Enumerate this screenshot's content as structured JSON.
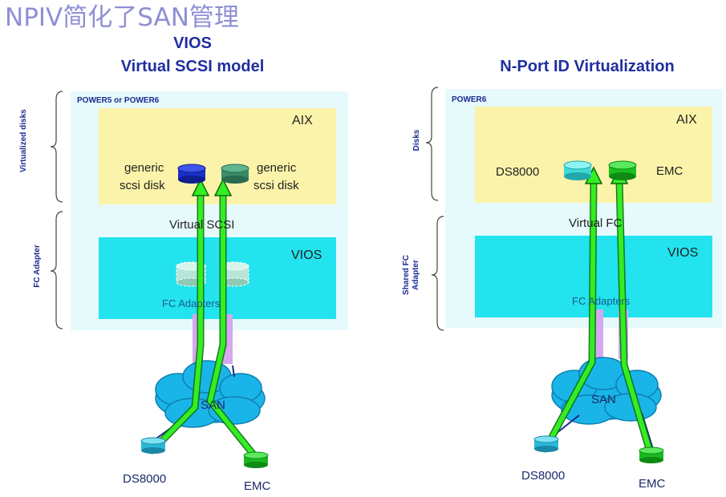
{
  "page_title": "NPIV简化了SAN管理",
  "left": {
    "heading_line1": "VIOS",
    "heading_line2": "Virtual SCSI model",
    "box_label": "POWER5 or POWER6",
    "aix_label": "AIX",
    "vios_label": "VIOS",
    "disk1_line1": "generic",
    "disk1_line2": "scsi disk",
    "disk2_line1": "generic",
    "disk2_line2": "scsi disk",
    "virtual_label": "Virtual SCSI",
    "fc_label": "FC Adapters",
    "san_label": "SAN",
    "storage1": "DS8000",
    "storage2": "EMC",
    "side_top": "Virtualized disks",
    "side_bottom": "FC Adapter"
  },
  "right": {
    "heading": "N-Port ID Virtualization",
    "box_label": "POWER6",
    "aix_label": "AIX",
    "vios_label": "VIOS",
    "disk1": "DS8000",
    "disk2": "EMC",
    "virtual_label": "Virtual FC",
    "fc_label": "FC Adapters",
    "san_label": "SAN",
    "storage1": "DS8000",
    "storage2": "EMC",
    "side_top": "Disks",
    "side_bottom": "Shared FC Adapter"
  },
  "colors": {
    "title": "#8f8fd6",
    "heading": "#1f2fa0",
    "outer_box": "#e6fafc",
    "aix_box": "#fbf3a9",
    "vios_box": "#22e3ee",
    "arrow": "#33ee22",
    "san_cloud": "#1ab5e8",
    "adapter": "#d6a8f0"
  }
}
